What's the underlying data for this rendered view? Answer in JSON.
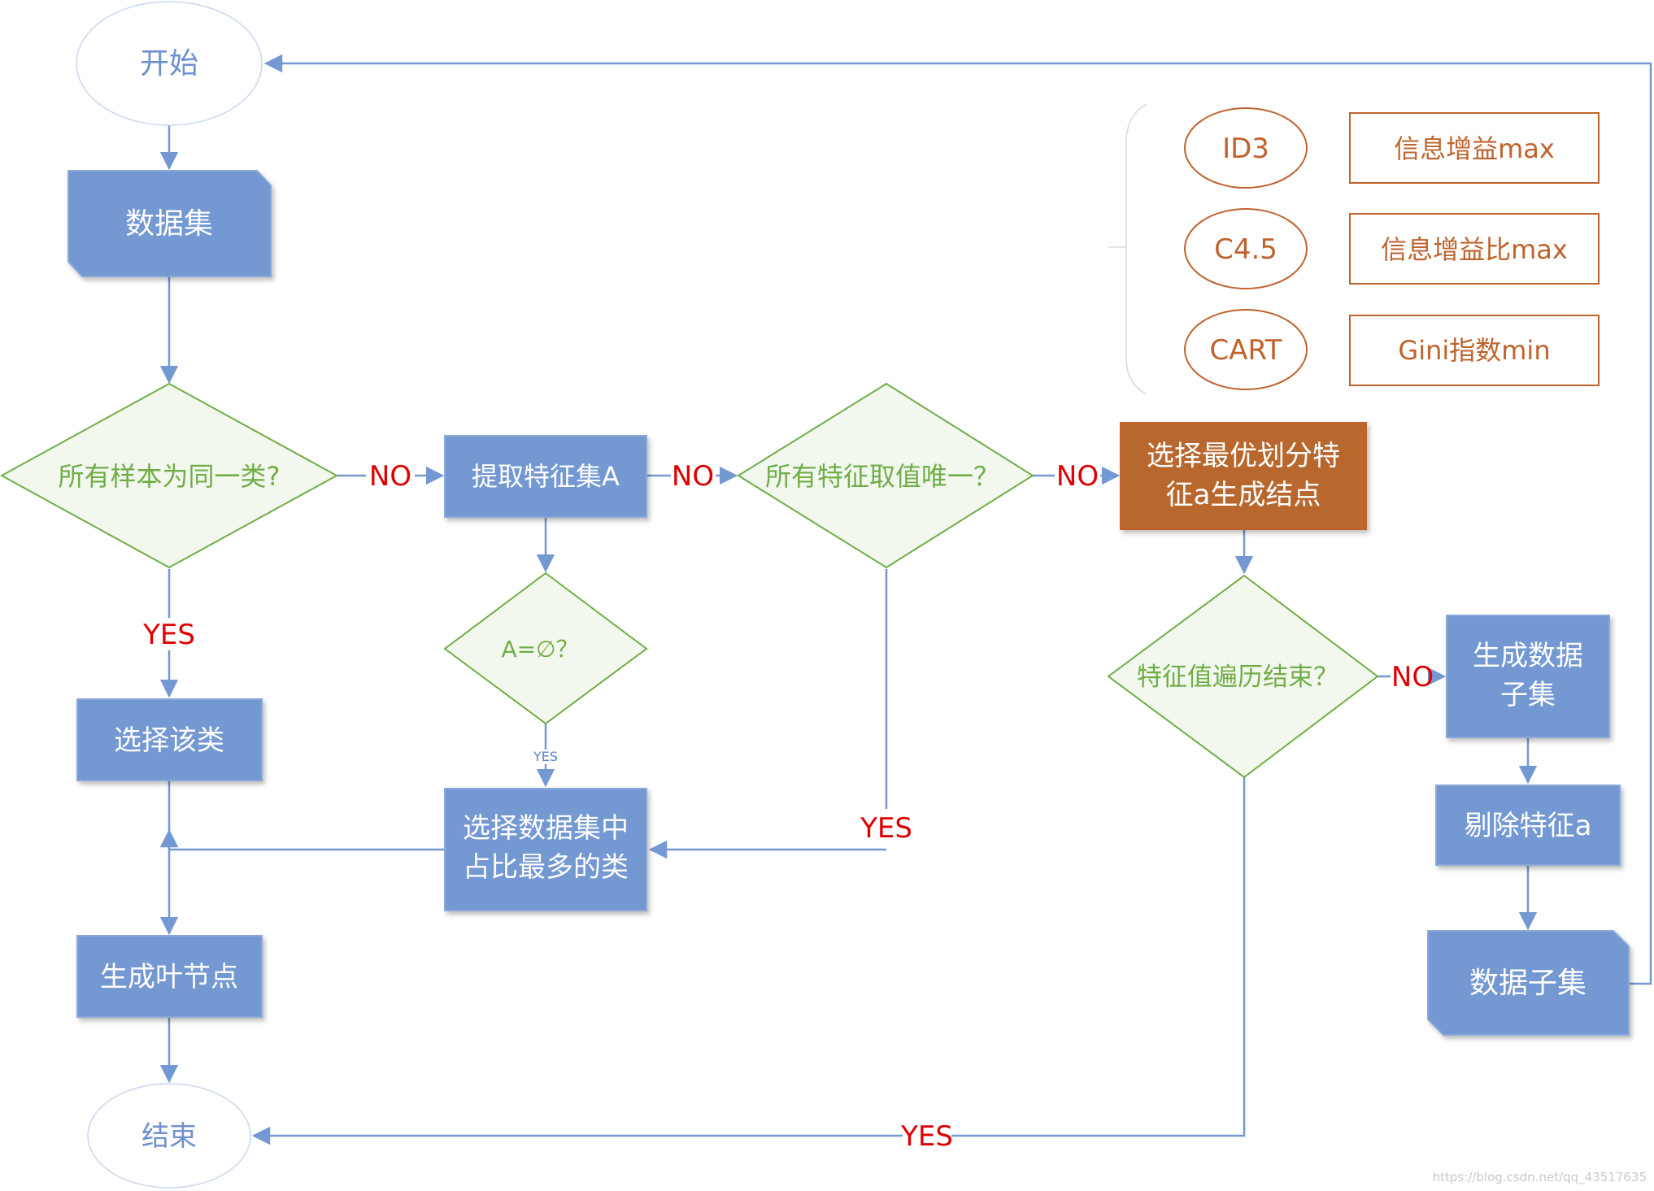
{
  "colors": {
    "blue_fill": "#7398d2",
    "blue_stroke": "#8ba9d8",
    "green_stroke": "#70ad47",
    "green_text": "#70ad47",
    "decision_fill": "#f3f8ee",
    "orange_text": "#c0622b",
    "orange_fill": "#b8672f",
    "orange_stroke": "#c0622b",
    "red_text": "#e00000",
    "start_text": "#6f8fcf",
    "connector": "#7398d2"
  },
  "nodes": {
    "start": "开始",
    "dataset": "数据集",
    "same_class": "所有样本为同一类?",
    "extract_features": "提取特征集A",
    "all_features_unique": "所有特征取值唯一？",
    "choose_best_split_1": "选择最优划分特",
    "choose_best_split_2": "征a生成结点",
    "a_empty": "A=∅？",
    "select_class": "选择该类",
    "select_majority_1": "选择数据集中",
    "select_majority_2": "占比最多的类",
    "gen_leaf": "生成叶节点",
    "end": "结束",
    "feature_done": "特征值遍历结束？",
    "gen_subset_1": "生成数据",
    "gen_subset_2": "子集",
    "remove_feature": "剔除特征a",
    "data_subset": "数据子集"
  },
  "edge_labels": {
    "no_1": "NO",
    "no_2": "NO",
    "no_3": "NO",
    "no_4": "NO",
    "yes_same_class": "YES",
    "yes_a_empty": "YES",
    "yes_unique": "YES",
    "yes_feature_done": "YES"
  },
  "legend": {
    "algorithms": [
      {
        "name": "ID3",
        "criterion": "信息增益max"
      },
      {
        "name": "C4.5",
        "criterion": "信息增益比max"
      },
      {
        "name": "CART",
        "criterion": "Gini指数min"
      }
    ]
  },
  "watermark": "https://blog.csdn.net/qq_43517635"
}
